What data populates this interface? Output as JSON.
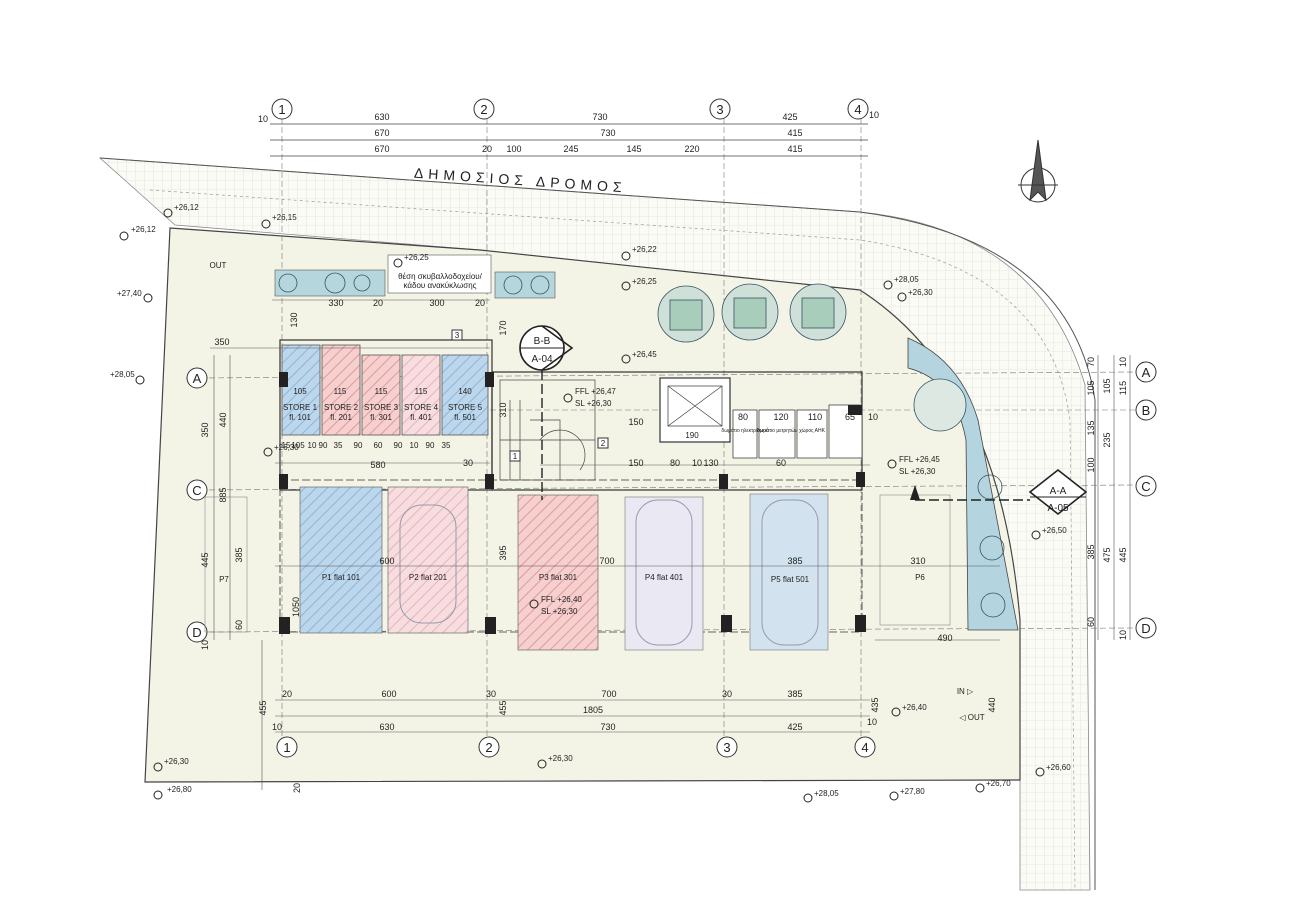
{
  "street_name": "ΔΗΜΟΣΙΟΣ ΔΡΟΜΟΣ",
  "grid_columns": [
    "1",
    "2",
    "3",
    "4"
  ],
  "grid_rows": [
    "A",
    "B",
    "C",
    "D"
  ],
  "top_dims": {
    "row1": [
      "630",
      "730",
      "425"
    ],
    "row2": [
      "670",
      "730",
      "415"
    ],
    "row3": [
      "670",
      "20",
      "100",
      "245",
      "145",
      "220",
      "415"
    ],
    "edges": [
      "10",
      "10"
    ]
  },
  "bottom_dims": {
    "row1": [
      "20",
      "600",
      "30",
      "700",
      "30",
      "385"
    ],
    "total": "1805",
    "row3": [
      "630",
      "730",
      "425"
    ],
    "edges": [
      "10",
      "10"
    ]
  },
  "right_dims": [
    "70",
    "105",
    "10",
    "105",
    "115",
    "135",
    "235",
    "100",
    "475",
    "385",
    "445",
    "10",
    "60",
    "10"
  ],
  "left_dims": [
    "350",
    "440",
    "350",
    "885",
    "445",
    "385",
    "1050",
    "60",
    "10",
    "455",
    "20"
  ],
  "interior_dims": [
    "330",
    "20",
    "300",
    "20",
    "130",
    "170",
    "350",
    "580",
    "310",
    "150",
    "150",
    "80",
    "10",
    "130",
    "80",
    "60",
    "120",
    "110",
    "65",
    "10",
    "600",
    "700",
    "385",
    "310",
    "490",
    "395",
    "30",
    "435",
    "440",
    "455"
  ],
  "levels": [
    "+26,12",
    "+26,12",
    "+26,15",
    "+26,25",
    "+26,22",
    "+26,25",
    "+27,40",
    "+28,05",
    "+28,05",
    "+26,30",
    "+26,45",
    "+26,30",
    "+26,50",
    "+26,40",
    "+26,30",
    "+26,30",
    "+26,80",
    "+28,05",
    "+27,80",
    "+26,70",
    "+26,60"
  ],
  "ffl_marks": [
    {
      "ffl": "FFL +26,47",
      "sl": "SL +26,30"
    },
    {
      "ffl": "FFL +26,45",
      "sl": "SL +26,30"
    },
    {
      "ffl": "FFL +26,40",
      "sl": "SL +26,30"
    }
  ],
  "bin_note": [
    "θέση σκυβαλλοδοχείου/",
    "κάδου ανακύκλωσης"
  ],
  "out_label": "OUT",
  "in_label": "IN ▷",
  "out_label2": "◁ OUT",
  "stores": [
    {
      "dim": "105",
      "label": "STORE 1",
      "unit": "fl. 101",
      "color": "#b6d4e8"
    },
    {
      "dim": "115",
      "label": "STORE 2",
      "unit": "fl. 201",
      "color": "#f0c6c6"
    },
    {
      "dim": "115",
      "label": "STORE 3",
      "unit": "fl. 301",
      "color": "#f0c6c6"
    },
    {
      "dim": "115",
      "label": "STORE 4",
      "unit": "fl. 401",
      "color": "#f3d4d8"
    },
    {
      "dim": "140",
      "label": "STORE 5",
      "unit": "fl. 501",
      "color": "#cfe2ee"
    }
  ],
  "store_bottom_dims": [
    "15",
    "105",
    "10",
    "90",
    "35",
    "90",
    "60",
    "90",
    "10",
    "90",
    "35"
  ],
  "parking": [
    {
      "label": "P1 flat 101",
      "color": "#b9d3ec",
      "car": false
    },
    {
      "label": "P2 flat 201",
      "color": "#f4cfd2",
      "car": true
    },
    {
      "label": "P3 flat 301",
      "color": "#f1b9b9",
      "car": false
    },
    {
      "label": "P4 flat 401",
      "color": "#e4e3f1",
      "car": true
    },
    {
      "label": "P5 flat 501",
      "color": "#cfe0ee",
      "car": true
    },
    {
      "label": "P6",
      "color": "none",
      "car": false
    },
    {
      "label": "P7",
      "color": "none",
      "car": false
    }
  ],
  "rooms": [
    "δωμάτιο ηλεκτρισμού",
    "δωμάτιο μετρητών",
    "χώρος ΑΗΚ"
  ],
  "lift_dim": "190",
  "section_bb": {
    "top": "B-B",
    "bottom": "A-04"
  },
  "section_aa": {
    "top": "A-A",
    "bottom": "A-05"
  },
  "stair_marks": [
    "1",
    "2",
    "3"
  ],
  "colors": {
    "ink": "#333333",
    "green": "#8fb8a3",
    "lot": "#f2f2e4",
    "hatch": "#c8c8c0"
  }
}
